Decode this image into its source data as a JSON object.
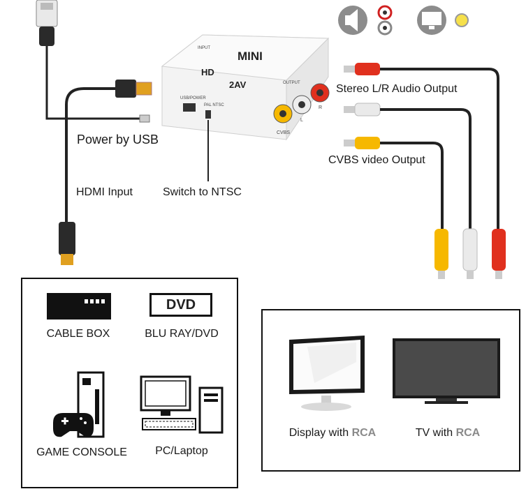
{
  "adapter": {
    "brand": "MINI",
    "model_hd": "HD",
    "model_2av": "2AV",
    "port_input": "INPUT",
    "port_output": "OUTPUT",
    "port_usb_power": "USB/POWER",
    "switch_pal_ntsc": "PAL NTSC",
    "jack_cvbs": "CVBS",
    "jack_l": "L",
    "jack_r": "R"
  },
  "labels": {
    "power": "Power by USB",
    "hdmi_input": "HDMI Input",
    "switch_ntsc": "Switch to NTSC",
    "stereo_audio": "Stereo L/R Audio Output",
    "cvbs_video": "CVBS video Output"
  },
  "sources": {
    "cable_box": "CABLE BOX",
    "dvd_logo": "DVD",
    "blu_ray": "BLU RAY/DVD",
    "game_console": "GAME CONSOLE",
    "pc_laptop": "PC/Laptop"
  },
  "displays": {
    "display_prefix": "Display with",
    "display_suffix": "RCA",
    "tv_prefix": "TV with",
    "tv_suffix": "RCA"
  },
  "colors": {
    "red_plug": "#e0301e",
    "white_plug": "#e8e8e8",
    "yellow_plug": "#f6b800",
    "hdmi_gold": "#e0a020",
    "cable": "#222222"
  }
}
